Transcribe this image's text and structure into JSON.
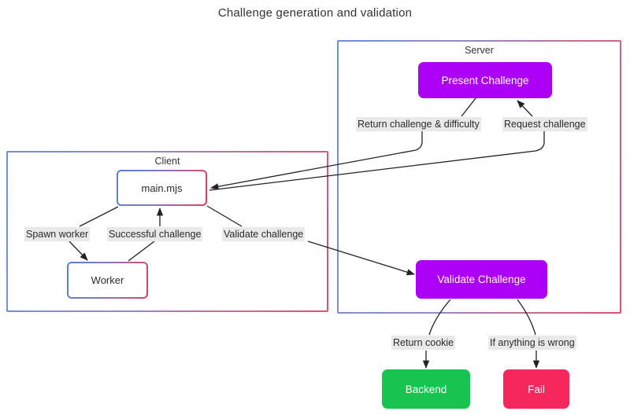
{
  "title": "Challenge generation and validation",
  "colors": {
    "purple": "#ab00f5",
    "green": "#16c44f",
    "red": "#f5275c",
    "label_bg": "#e9e9e9",
    "border_blue": "#6f8ed6",
    "border_red": "#d9546f",
    "edge_stroke": "#222222",
    "canvas_bg": "#ffffff"
  },
  "groups": [
    {
      "id": "server",
      "label": "Server"
    },
    {
      "id": "client",
      "label": "Client"
    }
  ],
  "nodes": [
    {
      "id": "present-challenge",
      "label": "Present Challenge",
      "style": "purple"
    },
    {
      "id": "main-mjs",
      "label": "main.mjs",
      "style": "plain"
    },
    {
      "id": "worker",
      "label": "Worker",
      "style": "plain"
    },
    {
      "id": "validate-challenge",
      "label": "Validate Challenge",
      "style": "purple"
    },
    {
      "id": "backend",
      "label": "Backend",
      "style": "green"
    },
    {
      "id": "fail",
      "label": "Fail",
      "style": "red"
    }
  ],
  "edge_labels": [
    {
      "id": "return-challenge-difficulty",
      "text": "Return challenge & difficulty"
    },
    {
      "id": "request-challenge",
      "text": "Request challenge"
    },
    {
      "id": "spawn-worker",
      "text": "Spawn worker"
    },
    {
      "id": "successful-challenge",
      "text": "Successful challenge"
    },
    {
      "id": "validate-challenge-label",
      "text": "Validate challenge"
    },
    {
      "id": "return-cookie",
      "text": "Return cookie"
    },
    {
      "id": "if-anything-is-wrong",
      "text": "If anything is wrong"
    }
  ],
  "chart_data": {
    "type": "diagram",
    "title": "Challenge generation and validation",
    "diagram_kind": "flowchart",
    "containers": [
      {
        "name": "Server",
        "contains": [
          "Present Challenge",
          "Validate Challenge"
        ]
      },
      {
        "name": "Client",
        "contains": [
          "main.mjs",
          "Worker"
        ]
      }
    ],
    "nodes": [
      "Present Challenge",
      "main.mjs",
      "Worker",
      "Validate Challenge",
      "Backend",
      "Fail"
    ],
    "edges": [
      {
        "from": "main.mjs",
        "to": "Present Challenge",
        "label": "Request challenge"
      },
      {
        "from": "Present Challenge",
        "to": "main.mjs",
        "label": "Return challenge & difficulty"
      },
      {
        "from": "main.mjs",
        "to": "Worker",
        "label": "Spawn worker"
      },
      {
        "from": "Worker",
        "to": "main.mjs",
        "label": "Successful challenge"
      },
      {
        "from": "main.mjs",
        "to": "Validate Challenge",
        "label": "Validate challenge"
      },
      {
        "from": "Validate Challenge",
        "to": "Backend",
        "label": "Return cookie"
      },
      {
        "from": "Validate Challenge",
        "to": "Fail",
        "label": "If anything is wrong"
      }
    ]
  }
}
